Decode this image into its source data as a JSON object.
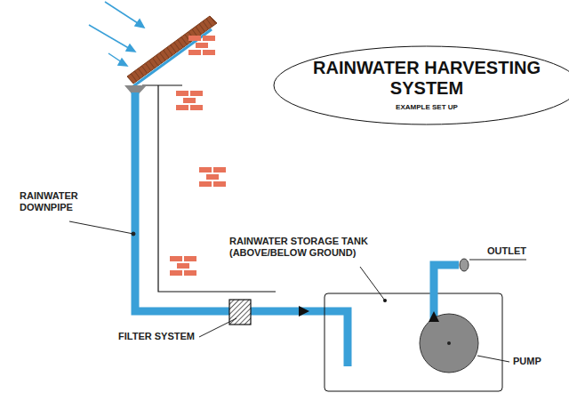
{
  "diagram": {
    "nodes": [
      {
        "text": [
          "RAINWATER HARVESTING SYSTEM",
          "EXAMPLE SET UP"
        ]
      }
    ],
    "labels": [
      "RAINWATER DOWNPIPE",
      "RAINWATER STORAGE TANK (ABOVE/BELOW GROUND)",
      "FILTER SYSTEM",
      "OUTLET",
      "PUMP"
    ]
  }
}
